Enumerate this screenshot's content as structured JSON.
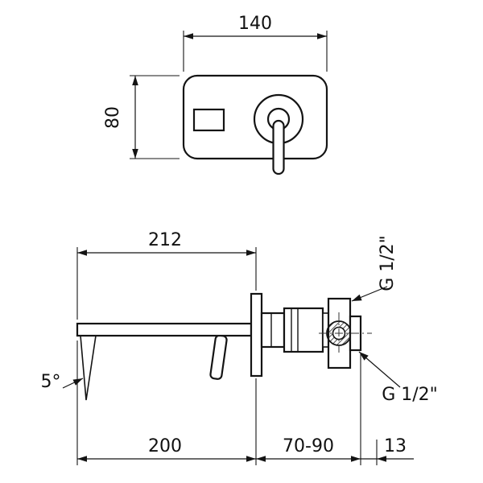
{
  "front_view": {
    "width_dim": "140",
    "height_dim": "80"
  },
  "side_view": {
    "reach_dim": "212",
    "spout_angle_dim": "5°",
    "length_dim": "200",
    "depth_range_dim": "70-90",
    "offset_dim": "13",
    "inlet_thread_label": "G 1/2\"",
    "outlet_thread_label": "G 1/2\""
  }
}
